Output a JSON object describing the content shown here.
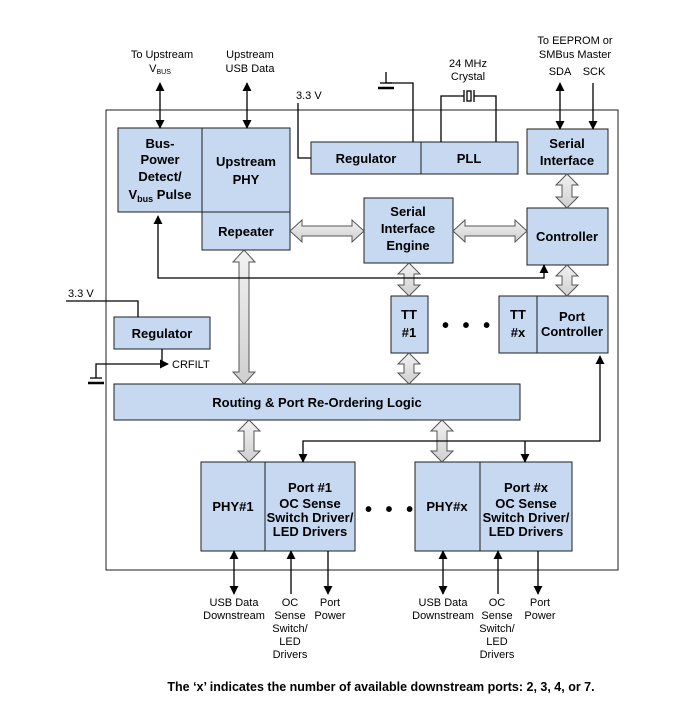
{
  "blocks": {
    "bus_power": [
      "Bus-",
      "Power",
      "Detect/",
      "V",
      "bus",
      " Pulse"
    ],
    "upstream_phy": [
      "Upstream",
      "PHY"
    ],
    "repeater": "Repeater",
    "regulator_top": "Regulator",
    "pll": "PLL",
    "serial_interface": [
      "Serial",
      "Interface"
    ],
    "sie": [
      "Serial",
      "Interface",
      "Engine"
    ],
    "controller": "Controller",
    "tt1": [
      "TT",
      "#1"
    ],
    "ttx": [
      "TT",
      "#x"
    ],
    "port_controller": [
      "Port",
      "Controller"
    ],
    "regulator_left": "Regulator",
    "routing": "Routing & Port Re-Ordering Logic",
    "phy1": "PHY#1",
    "port1": [
      "Port #1",
      "OC Sense",
      "Switch Driver/",
      "LED Drivers"
    ],
    "phyx": "PHY#x",
    "portx": [
      "Port #x",
      "OC Sense",
      "Switch Driver/",
      "LED Drivers"
    ]
  },
  "labels": {
    "to_upstream": "To Upstream",
    "vbus_v": "V",
    "vbus_sub": "BUS",
    "upstream_usb": [
      "Upstream",
      "USB Data"
    ],
    "v33_top": "3.3 V",
    "crystal": [
      "24 MHz",
      "Crystal"
    ],
    "eeprom": [
      "To EEPROM or",
      "SMBus Master"
    ],
    "sda": "SDA",
    "sck": "SCK",
    "v33_left": "3.3 V",
    "crfilt": "CRFILT",
    "usb_down": [
      "USB Data",
      "Downstream"
    ],
    "oc_sense": [
      "OC",
      "Sense",
      "Switch/",
      "LED",
      "Drivers"
    ],
    "port_power": [
      "Port",
      "Power"
    ],
    "ellipsis": "• • •"
  },
  "caption": "The ‘x’ indicates the number of available downstream ports: 2, 3, 4, or 7.",
  "colors": {
    "block_fill": "#c6d9f1",
    "stroke": "#1f1f1f"
  }
}
